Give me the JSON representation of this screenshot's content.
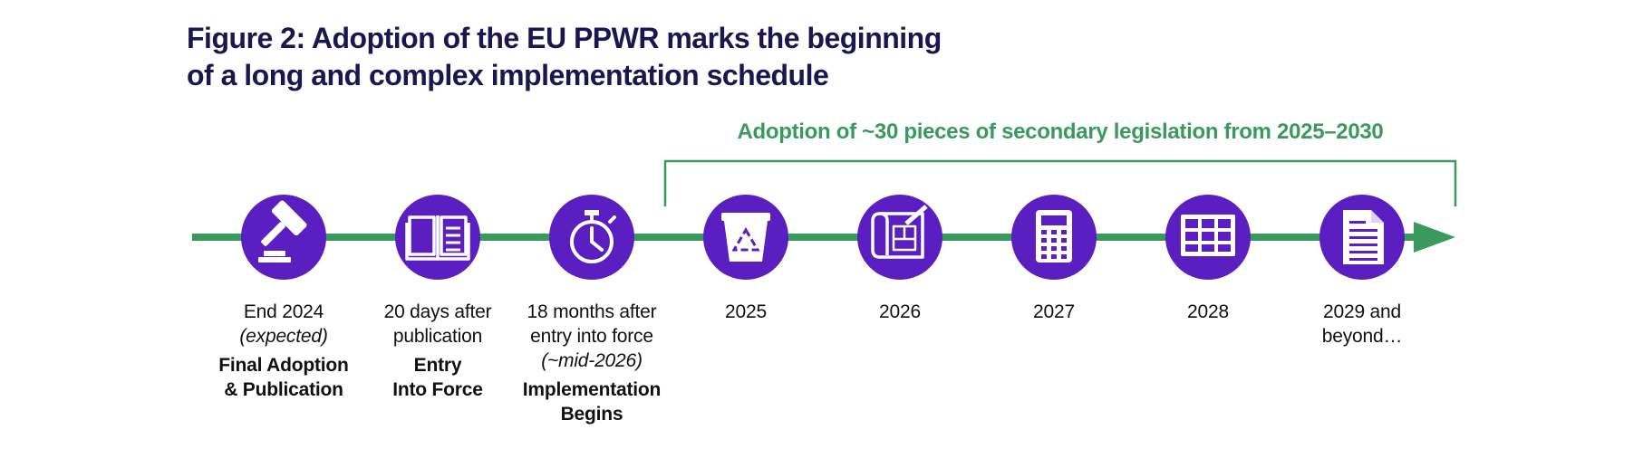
{
  "title": {
    "line1": "Figure 2: Adoption of the EU PPWR marks the beginning",
    "line2": "of a long and complex implementation schedule"
  },
  "bracket_label": "Adoption of ~30 pieces of secondary legislation from 2025–2030",
  "colors": {
    "circle": "#5b1ec0",
    "timeline": "#3a9a5e",
    "bracket": "#3a9a5e",
    "title": "#1c1650",
    "text": "#111111"
  },
  "milestones": [
    {
      "icon": "gavel-icon",
      "date": "End 2024",
      "note": "(expected)",
      "name": "Final Adoption\n& Publication"
    },
    {
      "icon": "open-book-icon",
      "date": "20 days after\npublication",
      "note": "",
      "name": "Entry\nInto Force"
    },
    {
      "icon": "stopwatch-icon",
      "date": "18 months after\nentry into force",
      "note": "(~mid-2026)",
      "name": "Implementation\nBegins"
    },
    {
      "icon": "recycling-bin-icon",
      "date": "2025",
      "note": "",
      "name": ""
    },
    {
      "icon": "blueprint-icon",
      "date": "2026",
      "note": "",
      "name": ""
    },
    {
      "icon": "calculator-icon",
      "date": "2027",
      "note": "",
      "name": ""
    },
    {
      "icon": "spreadsheet-icon",
      "date": "2028",
      "note": "",
      "name": ""
    },
    {
      "icon": "document-icon",
      "date": "2029 and\nbeyond…",
      "note": "",
      "name": ""
    }
  ]
}
